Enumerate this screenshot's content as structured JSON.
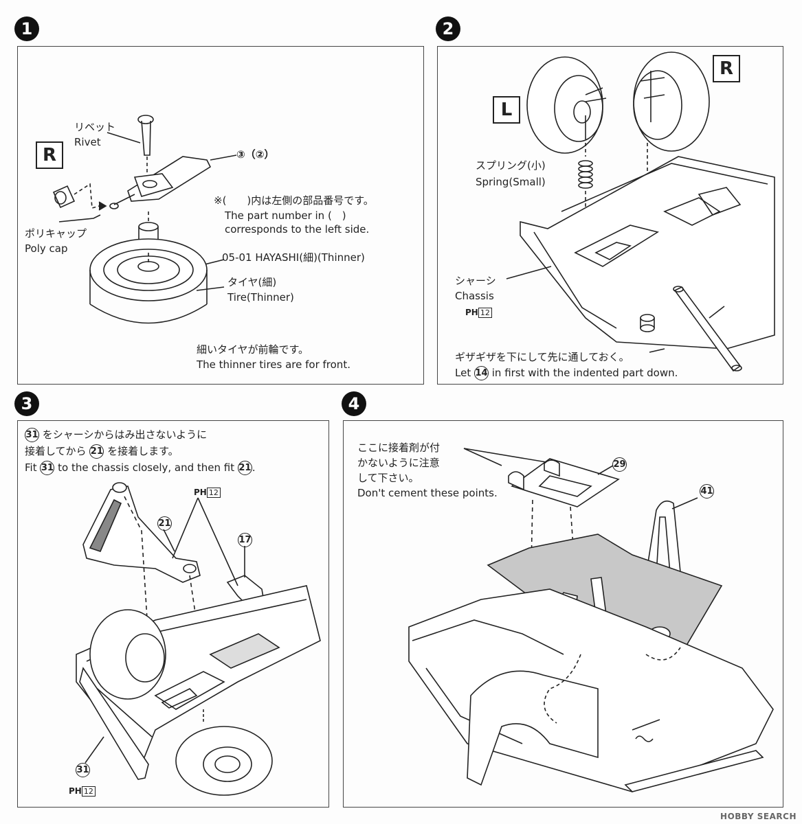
{
  "steps": [
    {
      "number": "1",
      "side": "R",
      "labels": {
        "rivet_jp": "リベット",
        "rivet_en": "Rivet",
        "part_ref": "③（②）",
        "note_jp": "※(　　)内は左側の部品番号です。",
        "note_en1": "The part number in (　)",
        "note_en2": "corresponds to the left side.",
        "polycap_jp": "ポリキャップ",
        "polycap_en": "Poly cap",
        "wheel": "05-01 HAYASHI(細)(Thinner)",
        "tire_jp": "タイヤ(細)",
        "tire_en": "Tire(Thinner)",
        "footer_jp": "細いタイヤが前輪です。",
        "footer_en": "The thinner tires are for front."
      }
    },
    {
      "number": "2",
      "side_left": "L",
      "side_right": "R",
      "labels": {
        "spring_jp": "スプリング(小)",
        "spring_en": "Spring(Small)",
        "chassis_jp": "シャーシ",
        "chassis_en": "Chassis",
        "ph_label": "PH",
        "ph_num": "12",
        "part_14": "14",
        "footer_jp": "ギザギザを下にして先に通しておく。",
        "footer_en_pre": "Let",
        "footer_en_part": "14",
        "footer_en_post": "in first with the indented part down."
      }
    },
    {
      "number": "3",
      "labels": {
        "instr_jp1_part": "31",
        "instr_jp1": "をシャーシからはみ出さないように",
        "instr_jp2_pre": "接着してから",
        "instr_jp2_part": "21",
        "instr_jp2_post": "を接着します。",
        "instr_en_pre": "Fit",
        "instr_en_part1": "31",
        "instr_en_mid": "to the chassis closely, and then fit",
        "instr_en_part2": "21",
        "instr_en_post": ".",
        "ph_top_label": "PH",
        "ph_top_num": "12",
        "part_21": "21",
        "part_17": "17",
        "part_31": "31",
        "ph_bottom_label": "PH",
        "ph_bottom_num": "12"
      }
    },
    {
      "number": "4",
      "labels": {
        "warn_jp1": "ここに接着剤が付",
        "warn_jp2": "かないように注意",
        "warn_jp3": "して下さい。",
        "warn_en": "Don't cement these points.",
        "part_29": "29",
        "part_41": "41"
      }
    }
  ],
  "watermark": "HOBBY SEARCH"
}
